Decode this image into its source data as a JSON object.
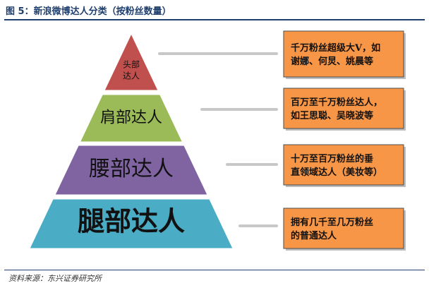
{
  "figure": {
    "title": "图 5：新浪微博达人分类（按粉丝数量）",
    "source": "资料来源：东兴证券研究所"
  },
  "tiers": [
    {
      "label_lines": [
        "头部",
        "达人"
      ],
      "color": "#c0504d",
      "note_lines": [
        "千万粉丝超级大V，如",
        "谢娜、何炅、姚晨等"
      ]
    },
    {
      "label_lines": [
        "肩部达人"
      ],
      "color": "#9bbb59",
      "note_lines": [
        "百万至千万粉丝达人，",
        "如王思聪、吴晓波等"
      ]
    },
    {
      "label_lines": [
        "腰部达人"
      ],
      "color": "#8064a2",
      "note_lines": [
        "十万至百万粉丝的垂",
        "直领域达人（美妆等）"
      ]
    },
    {
      "label_lines": [
        "腿部达人"
      ],
      "color": "#4bacc6",
      "note_lines": [
        "拥有几千至几万粉丝",
        "的普通达人"
      ]
    }
  ],
  "colors": {
    "note_fill": "#f79646",
    "note_border": "#4d4d4d",
    "connector": "#c8c8c8",
    "title": "#1f3f6e"
  }
}
